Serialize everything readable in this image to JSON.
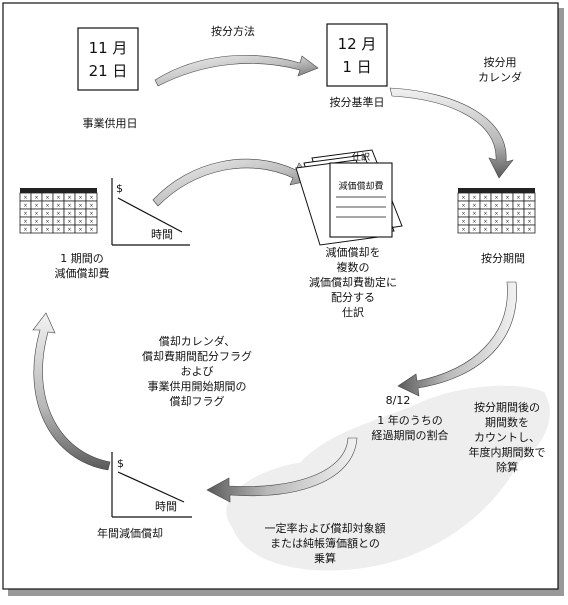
{
  "top_left_date": {
    "line1": "11 月",
    "line2": "21 日",
    "caption": "事業供用日"
  },
  "method_label": "按分方法",
  "top_right_date": {
    "line1": "12 月",
    "line2": "1 日",
    "caption": "按分基準日"
  },
  "calendar_label": {
    "line1": "按分用",
    "line2": "カレンダ"
  },
  "journal": {
    "header": "仕訳",
    "title": "減価償却費",
    "caption": [
      "減価償却を",
      "複数の",
      "減価償却費勘定に",
      "配分する",
      "仕訳"
    ]
  },
  "left_graph": {
    "dollar": "$",
    "axis_label": "時間",
    "caption": [
      "1 期間の",
      "減価償却費"
    ]
  },
  "allocation_period_label": "按分期間",
  "flags_text": [
    "償却カレンダ、",
    "償却費期間配分フラグ",
    "および",
    "事業供用開始期間の",
    "償却フラグ"
  ],
  "fraction": {
    "value": "8/12",
    "line1": "1 年のうちの",
    "line2": "経過期間の割合"
  },
  "divide_text": [
    "按分期間後の",
    "期間数を",
    "カウントし、",
    "年度内期間数で",
    "除算"
  ],
  "bottom_graph": {
    "dollar": "$",
    "axis_label": "時間",
    "caption": "年間減価償却"
  },
  "multiply_text": [
    "一定率および償却対象額",
    "または純帳簿価額との",
    "乗算"
  ],
  "colors": {
    "arrow_light": "#f4f4f4",
    "arrow_dark": "#555555",
    "cloud": "#eeeeee",
    "shadow": "#999999"
  }
}
